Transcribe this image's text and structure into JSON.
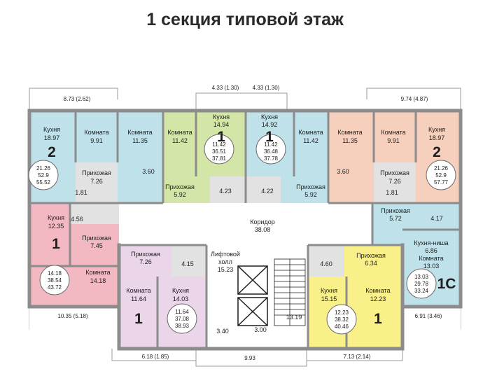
{
  "title": "1 секция типовой этаж",
  "colors": {
    "blue": "#bfe1ea",
    "peach": "#f7cfbd",
    "green": "#d3e6a8",
    "red": "#f2b9c3",
    "lilac": "#ead6e8",
    "yellow": "#faf08a",
    "grey": "#e2e2e2",
    "wall": "#8c8c8c"
  },
  "balconies": {
    "top_left": "8.73 (2.62)",
    "top_mid_left": "4.33 (1.30)",
    "top_mid_right": "4.33 (1.30)",
    "top_right": "9.74 (4.87)",
    "bottom_left": "10.35 (5.18)",
    "bottom_mid_left": "6.18 (1.85)",
    "bottom_mid": "9.93",
    "bottom_mid_right": "7.13 (2.14)",
    "bottom_right": "6.91 (3.46)"
  },
  "apt_tl": {
    "kitchen": "Кухня",
    "kitchen_area": "18.97",
    "rooms": "2",
    "room_a": "Комната",
    "room_a_area": "9.91",
    "room_b": "Комната",
    "room_b_area": "11.35",
    "hall": "Прихожая",
    "hall_area": "7.26",
    "bath": "3.60",
    "wc": "1.81",
    "totals": [
      "21.26",
      "52.9",
      "55.52"
    ]
  },
  "apt_tm": {
    "room": "Комната",
    "room_area": "11.42",
    "kitchen": "Кухня",
    "kitchen_area": "14.94",
    "rooms": "1",
    "hall": "Прихожая",
    "hall_area": "5.92",
    "bath": "4.23",
    "totals": [
      "11.42",
      "36.51",
      "37.81"
    ]
  },
  "apt_tm2": {
    "kitchen": "Кухня",
    "kitchen_area": "14.92",
    "rooms": "1",
    "room": "Комната",
    "room_area": "11.42",
    "hall": "Прихожая",
    "hall_area": "5.92",
    "bath": "4.22",
    "totals": [
      "11.42",
      "36.48",
      "37.78"
    ]
  },
  "apt_tr": {
    "room_a": "Комната",
    "room_a_area": "11.35",
    "room_b": "Комната",
    "room_b_area": "9.91",
    "kitchen": "Кухня",
    "kitchen_area": "18.97",
    "rooms": "2",
    "hall": "Прихожая",
    "hall_area": "7.26",
    "bath": "3.60",
    "wc": "1.81",
    "totals": [
      "21.26",
      "52.9",
      "57.77"
    ]
  },
  "apt_ml": {
    "kitchen": "Кухня",
    "kitchen_area": "12.35",
    "rooms": "1",
    "hall": "Прихожая",
    "hall_area": "7.45",
    "bath": "4.56",
    "room": "Комната",
    "room_area": "14.18",
    "totals": [
      "14.18",
      "38.54",
      "43.72"
    ]
  },
  "apt_mr": {
    "hall": "Прихожая",
    "hall_area": "5.72",
    "bath": "4.17",
    "kitchen": "Кухня-ниша",
    "kitchen_area": "6.86",
    "room": "Комната",
    "room_area": "13.03",
    "rooms": "1С",
    "totals": [
      "13.03",
      "29.78",
      "33.24"
    ]
  },
  "apt_bl": {
    "hall": "Прихожая",
    "hall_area": "7.26",
    "bath": "4.15",
    "room": "Комната",
    "room_area": "11.64",
    "kitchen": "Кухня",
    "kitchen_area": "14.03",
    "rooms": "1",
    "totals": [
      "11.64",
      "37.08",
      "38.93"
    ]
  },
  "apt_br": {
    "bath": "4.60",
    "hall": "Прихожая",
    "hall_area": "6.34",
    "kitchen": "Кухня",
    "kitchen_area": "15.15",
    "room": "Комната",
    "room_area": "12.23",
    "rooms": "1",
    "totals": [
      "12.23",
      "38.32",
      "40.46"
    ]
  },
  "common": {
    "corridor": "Коридор",
    "corridor_area": "38.08",
    "lift_hall_1": "Лифтовой",
    "lift_hall_2": "холл",
    "lift_hall_area": "15.23",
    "stair_area": "13.19",
    "area_340": "3.40",
    "area_300": "3.00"
  }
}
